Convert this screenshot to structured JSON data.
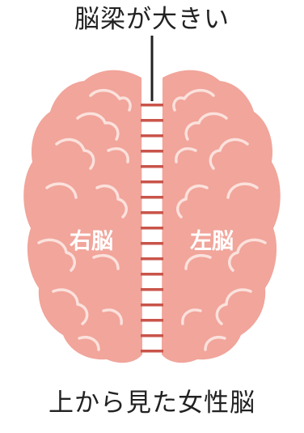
{
  "top_label": "脳梁が大きい",
  "right_hemisphere_label": "右脳",
  "left_hemisphere_label": "左脳",
  "bottom_label": "上から見た女性脳",
  "colors": {
    "brain_fill": "#f1a59b",
    "brain_lines": "#fbe1dc",
    "corpus_callosum_bars": "#c9544a",
    "pointer_line": "#222222",
    "text": "#222222"
  },
  "icons": [
    "brain-top-view-illustration"
  ]
}
